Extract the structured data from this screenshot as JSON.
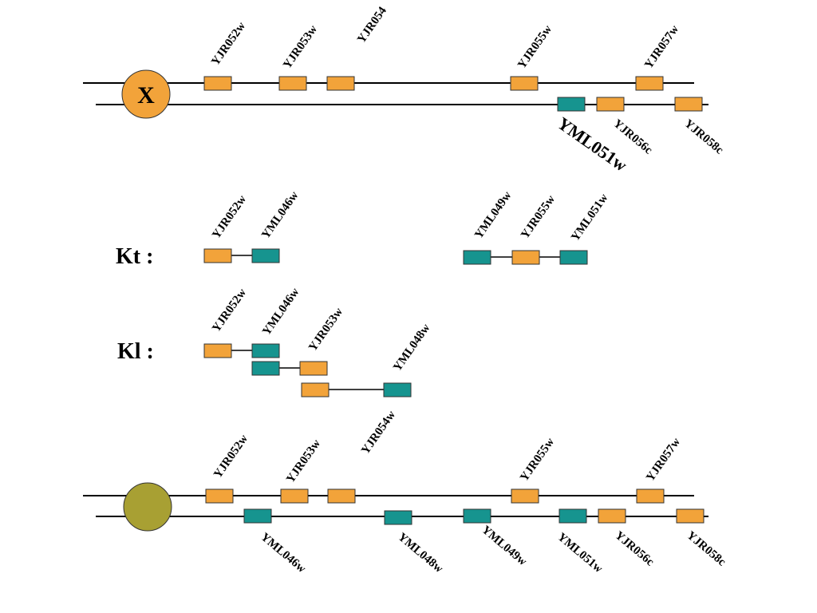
{
  "colors": {
    "yjr_gene": "#F2A33A",
    "yml_gene": "#16948F",
    "marker_x": "#F2A33A",
    "marker_plain": "#A8A033",
    "line": "#000000"
  },
  "top_marker_label": "X",
  "row_labels": {
    "kt": "Kt :",
    "kl": "Kl :"
  },
  "top": {
    "upper_labels": [
      "YJR052w",
      "YJR053w",
      "YJR054",
      "YJR055w",
      "YJR057w"
    ],
    "lower_labels": [
      "YML051w",
      "YJR056c",
      "YJR058c"
    ]
  },
  "kt": {
    "labels": [
      "YJR052w",
      "YML046w",
      "YML049w",
      "YJR055w",
      "YML051w"
    ]
  },
  "kl": {
    "labels": [
      "YJR052w",
      "YML046w",
      "YJR053w",
      "YML048w",
      "YJR054w"
    ]
  },
  "bottom": {
    "upper_labels": [
      "YJR052w",
      "YJR053w",
      "YJR055w",
      "YJR057w"
    ],
    "lower_labels": [
      "YML046w",
      "YML048w",
      "YML049w",
      "YML051w",
      "YJR056c",
      "YJR058c"
    ]
  }
}
